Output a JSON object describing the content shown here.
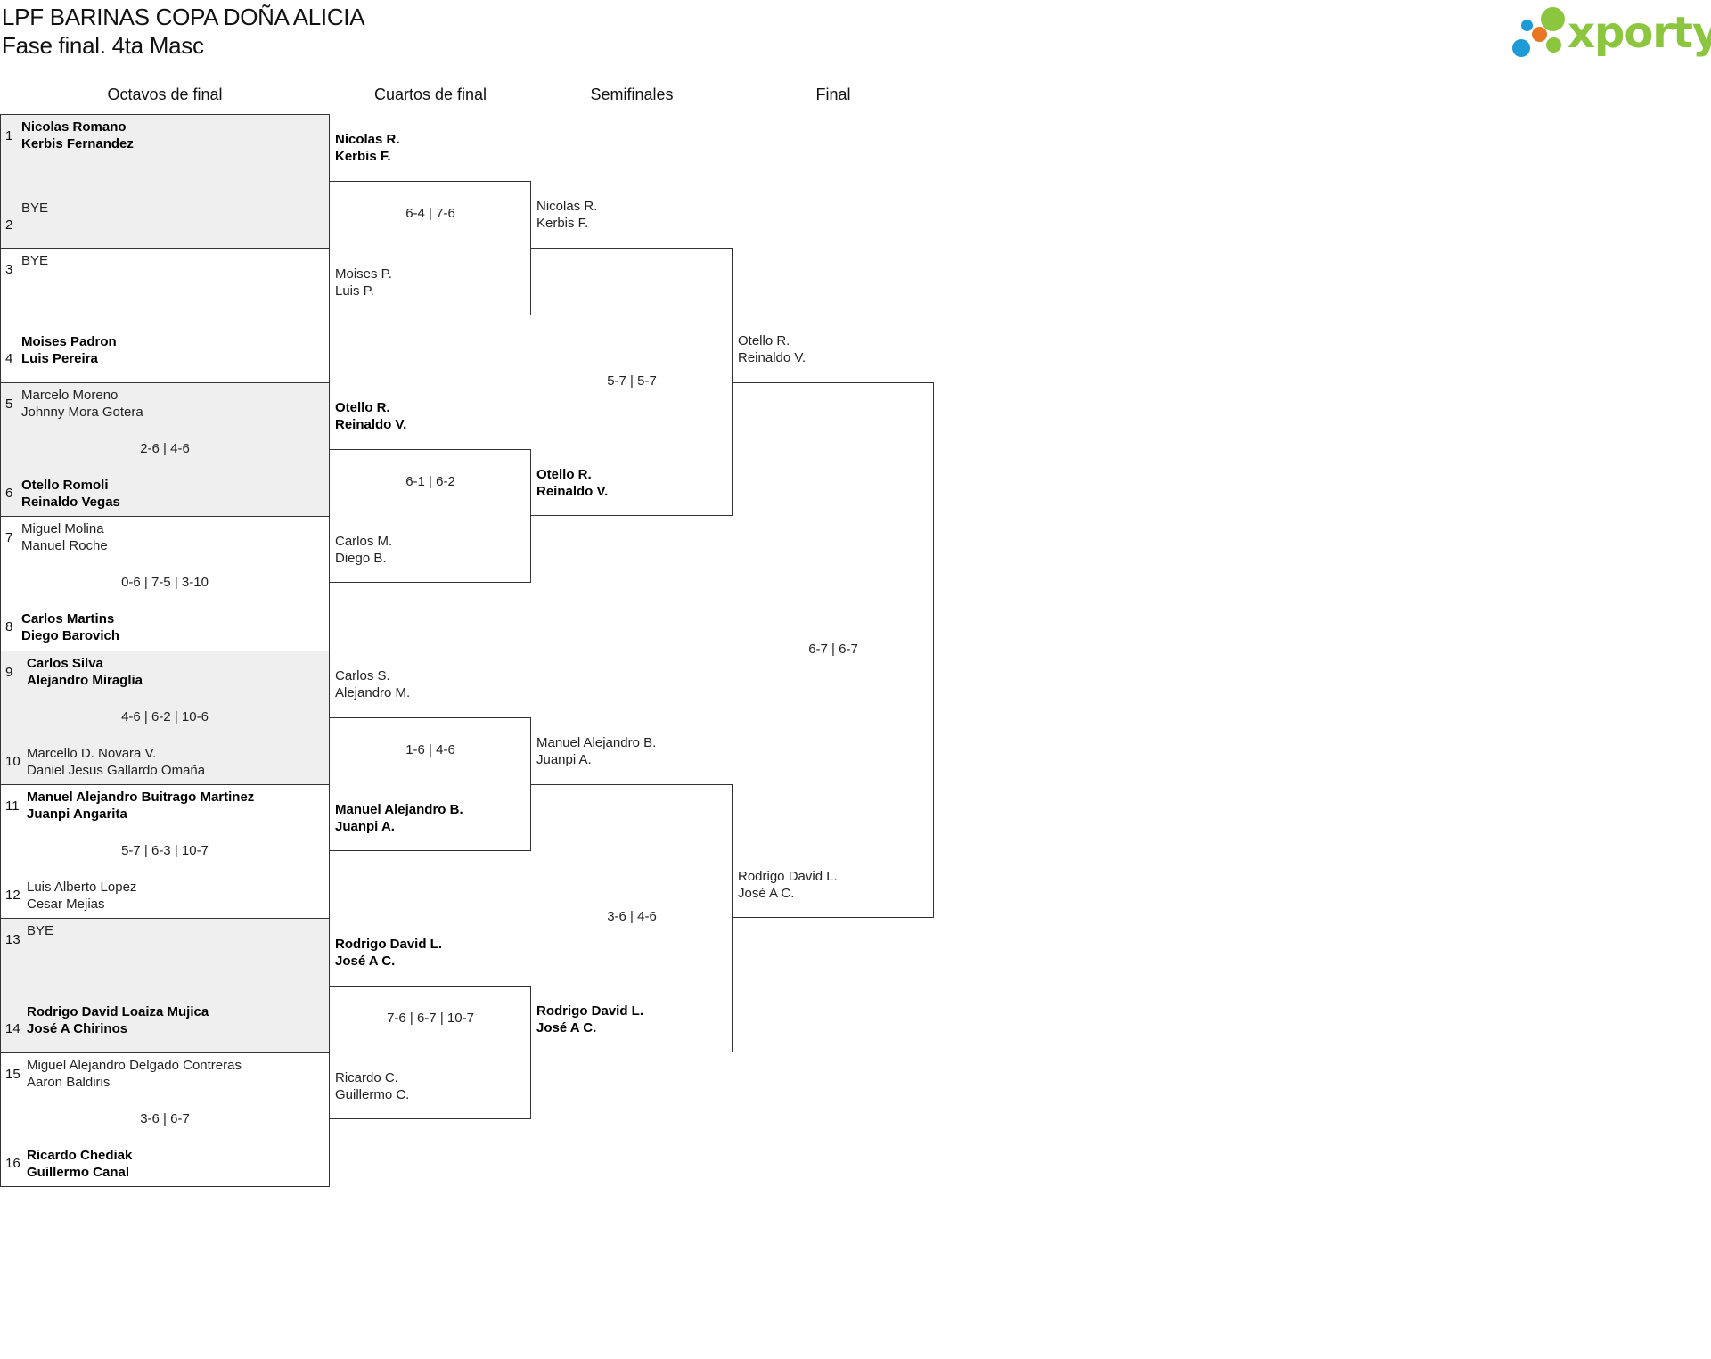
{
  "header": {
    "title": "LPF BARINAS COPA DOÑA ALICIA",
    "subtitle": "Fase final. 4ta Masc",
    "logo_text": "xporty",
    "logo_colors": [
      "#1e9ad6",
      "#e87722",
      "#8cc63f"
    ]
  },
  "rounds": [
    "Octavos de final",
    "Cuartos de final",
    "Semifinales",
    "Final"
  ],
  "r16": [
    {
      "seed": "1",
      "p1": "Nicolas Romano",
      "p2": "Kerbis Fernandez"
    },
    {
      "seed": "2",
      "p1": "BYE",
      "p2": ""
    },
    {
      "seed": "3",
      "p1": "BYE",
      "p2": ""
    },
    {
      "seed": "4",
      "p1": "Moises Padron",
      "p2": "Luis Pereira"
    },
    {
      "seed": "5",
      "p1": "Marcelo Moreno",
      "p2": "Johnny Mora Gotera"
    },
    {
      "seed": "6",
      "p1": "Otello Romoli",
      "p2": "Reinaldo Vegas"
    },
    {
      "seed": "7",
      "p1": "Miguel Molina",
      "p2": "Manuel Roche"
    },
    {
      "seed": "8",
      "p1": "Carlos Martins",
      "p2": "Diego Barovich"
    },
    {
      "seed": "9",
      "p1": "Carlos Silva",
      "p2": "Alejandro Miraglia"
    },
    {
      "seed": "10",
      "p1": "Marcello D. Novara V.",
      "p2": "Daniel Jesus Gallardo Omaña"
    },
    {
      "seed": "11",
      "p1": "Manuel Alejandro Buitrago Martinez",
      "p2": "Juanpi Angarita"
    },
    {
      "seed": "12",
      "p1": "Luis Alberto Lopez",
      "p2": "Cesar Mejias"
    },
    {
      "seed": "13",
      "p1": "BYE",
      "p2": ""
    },
    {
      "seed": "14",
      "p1": "Rodrigo David Loaiza Mujica",
      "p2": "José A Chirinos"
    },
    {
      "seed": "15",
      "p1": "Miguel Alejandro Delgado Contreras",
      "p2": "Aaron Baldiris"
    },
    {
      "seed": "16",
      "p1": "Ricardo Chediak",
      "p2": "Guillermo Canal"
    }
  ],
  "r16_scores": [
    "",
    "",
    "2-6 | 4-6",
    "0-6 | 7-5 | 3-10",
    "4-6 | 6-2 | 10-6",
    "5-7 | 6-3 | 10-7",
    "",
    "3-6 | 6-7"
  ],
  "qf": [
    {
      "p1": "Nicolas R.",
      "p2": "Kerbis F."
    },
    {
      "p1": "Moises P.",
      "p2": "Luis P."
    },
    {
      "p1": "Otello R.",
      "p2": "Reinaldo V."
    },
    {
      "p1": "Carlos M.",
      "p2": "Diego B."
    },
    {
      "p1": "Carlos S.",
      "p2": "Alejandro M."
    },
    {
      "p1": "Manuel Alejandro B.",
      "p2": "Juanpi A."
    },
    {
      "p1": "Rodrigo David L.",
      "p2": "José A C."
    },
    {
      "p1": "Ricardo C.",
      "p2": "Guillermo C."
    }
  ],
  "qf_scores": [
    "6-4 | 7-6",
    "6-1 | 6-2",
    "1-6 | 4-6",
    "7-6 | 6-7 | 10-7"
  ],
  "sf": [
    {
      "p1": "Nicolas R.",
      "p2": "Kerbis F."
    },
    {
      "p1": "Otello R.",
      "p2": "Reinaldo V."
    },
    {
      "p1": "Manuel Alejandro B.",
      "p2": "Juanpi A."
    },
    {
      "p1": "Rodrigo David L.",
      "p2": "José A C."
    }
  ],
  "sf_scores": [
    "5-7 | 5-7",
    "3-6 | 4-6"
  ],
  "final": [
    {
      "p1": "Otello R.",
      "p2": "Reinaldo V."
    },
    {
      "p1": "Rodrigo David L.",
      "p2": "José A C."
    }
  ],
  "final_scores": [
    "6-7 | 6-7"
  ]
}
